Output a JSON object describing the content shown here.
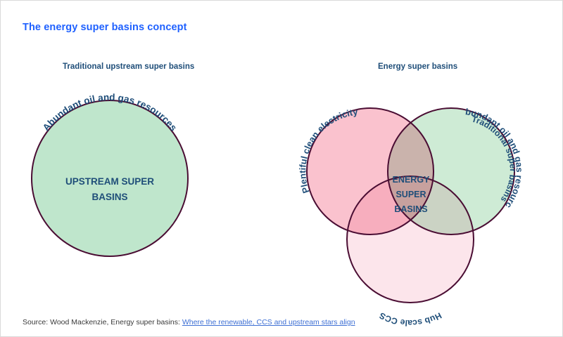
{
  "page": {
    "title": "The energy super basins concept"
  },
  "panels": {
    "left": {
      "subtitle": "Traditional upstream super basins",
      "circle": {
        "arc_label": "Abundant oil and gas resources",
        "center_lines": [
          "UPSTREAM SUPER",
          "BASINS"
        ],
        "fill": "#bfe6cc",
        "stroke": "#4a0d33"
      }
    },
    "right": {
      "subtitle": "Energy super basins",
      "center_lines": [
        "ENERGY",
        "SUPER",
        "BASINS"
      ],
      "circles": [
        {
          "name": "plentiful-clean-electricity",
          "arc_labels": [
            "Plentiful clean electricity"
          ],
          "fill": "#f9b9c7",
          "stroke": "#4a0d33"
        },
        {
          "name": "abundant-oil-and-gas",
          "arc_labels": [
            "Abundant oil and gas resources",
            "Traditional super basins"
          ],
          "fill": "#c3e7cc",
          "stroke": "#4a0d33"
        },
        {
          "name": "hub-scale-ccs",
          "arc_labels": [
            "Hub scale CCS"
          ],
          "fill": "#fbdfe6",
          "stroke": "#4a0d33"
        }
      ]
    }
  },
  "source": {
    "prefix": "Source: Wood Mackenzie, Energy super basins: ",
    "link_text": "Where the renewable, CCS and upstream stars align"
  },
  "colors": {
    "title": "#1f61ff",
    "subtitle": "#1f4e79",
    "label": "#1f4e79",
    "link": "#3d6fd4",
    "circle_stroke": "#4a0d33",
    "green": "#c3e7cc",
    "pink": "#f9b9c7",
    "light_pink": "#fbdfe6"
  }
}
